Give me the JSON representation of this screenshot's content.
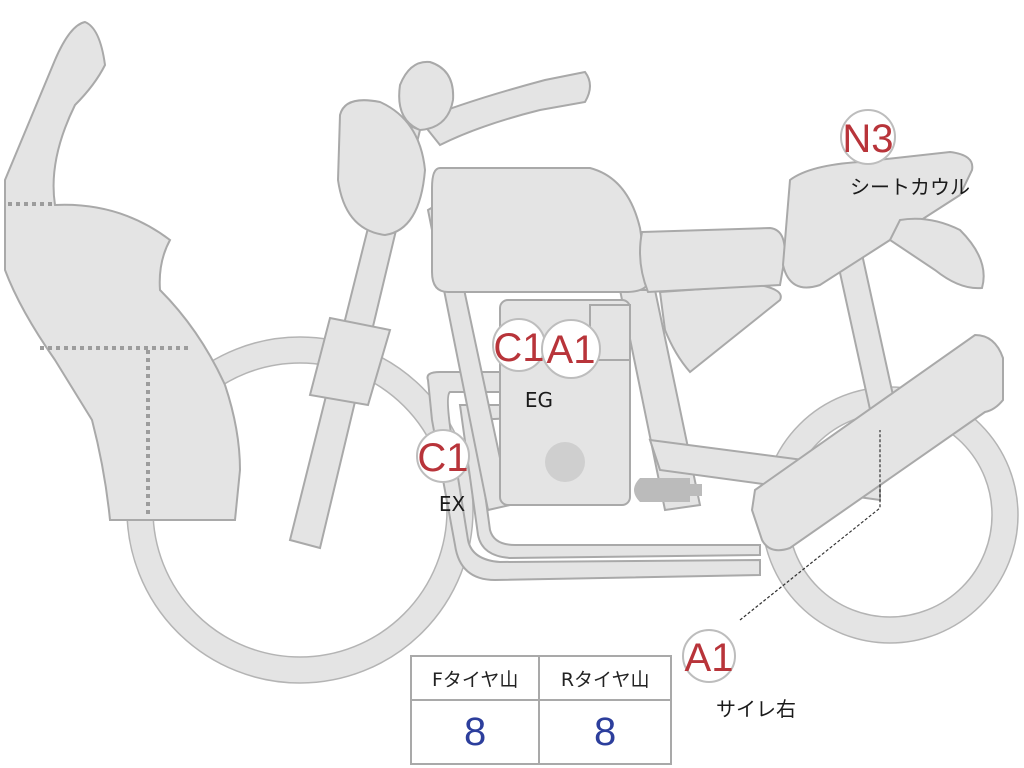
{
  "markers": [
    {
      "code": "N3",
      "label": "シートカウル"
    },
    {
      "code": "C1",
      "label": ""
    },
    {
      "code": "A1",
      "label": "EG"
    },
    {
      "code": "C1",
      "label": "EX"
    },
    {
      "code": "A1",
      "label": "サイレ右"
    }
  ],
  "tire_table": {
    "headers": [
      "Fタイヤ山",
      "Rタイヤ山"
    ],
    "values": [
      "8",
      "8"
    ]
  },
  "colors": {
    "part_fill": "#e4e4e4",
    "part_outline": "#a9a9a9",
    "marker_code": "#b8343a",
    "table_value": "#2c3e9c"
  }
}
